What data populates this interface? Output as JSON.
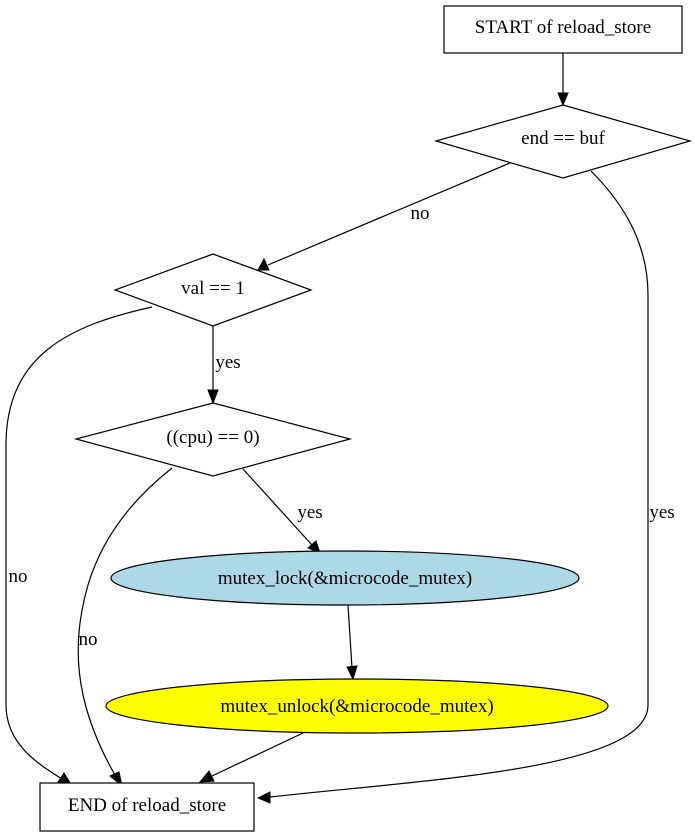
{
  "nodes": {
    "start": {
      "label": "START of reload_store",
      "shape": "box",
      "fill": "#ffffff"
    },
    "cond_end_buf": {
      "label": "end == buf",
      "shape": "diamond",
      "fill": "#ffffff"
    },
    "cond_val": {
      "label": "val == 1",
      "shape": "diamond",
      "fill": "#ffffff"
    },
    "cond_cpu": {
      "label": "((cpu) == 0)",
      "shape": "diamond",
      "fill": "#ffffff"
    },
    "mutex_lock": {
      "label": "mutex_lock(&microcode_mutex)",
      "shape": "ellipse",
      "fill": "#add8e6"
    },
    "mutex_unlock": {
      "label": "mutex_unlock(&microcode_mutex)",
      "shape": "ellipse",
      "fill": "#ffff00"
    },
    "end": {
      "label": "END of reload_store",
      "shape": "box",
      "fill": "#ffffff"
    }
  },
  "edges": {
    "start_to_end_buf": {
      "from": "start",
      "to": "cond_end_buf",
      "label": ""
    },
    "end_buf_no": {
      "from": "cond_end_buf",
      "to": "cond_val",
      "label": "no"
    },
    "end_buf_yes": {
      "from": "cond_end_buf",
      "to": "end",
      "label": "yes"
    },
    "val_yes": {
      "from": "cond_val",
      "to": "cond_cpu",
      "label": "yes"
    },
    "val_no": {
      "from": "cond_val",
      "to": "end",
      "label": "no"
    },
    "cpu_yes": {
      "from": "cond_cpu",
      "to": "mutex_lock",
      "label": "yes"
    },
    "cpu_no": {
      "from": "cond_cpu",
      "to": "end",
      "label": "no"
    },
    "lock_to_unlock": {
      "from": "mutex_lock",
      "to": "mutex_unlock",
      "label": ""
    },
    "unlock_to_end": {
      "from": "mutex_unlock",
      "to": "end",
      "label": ""
    }
  }
}
